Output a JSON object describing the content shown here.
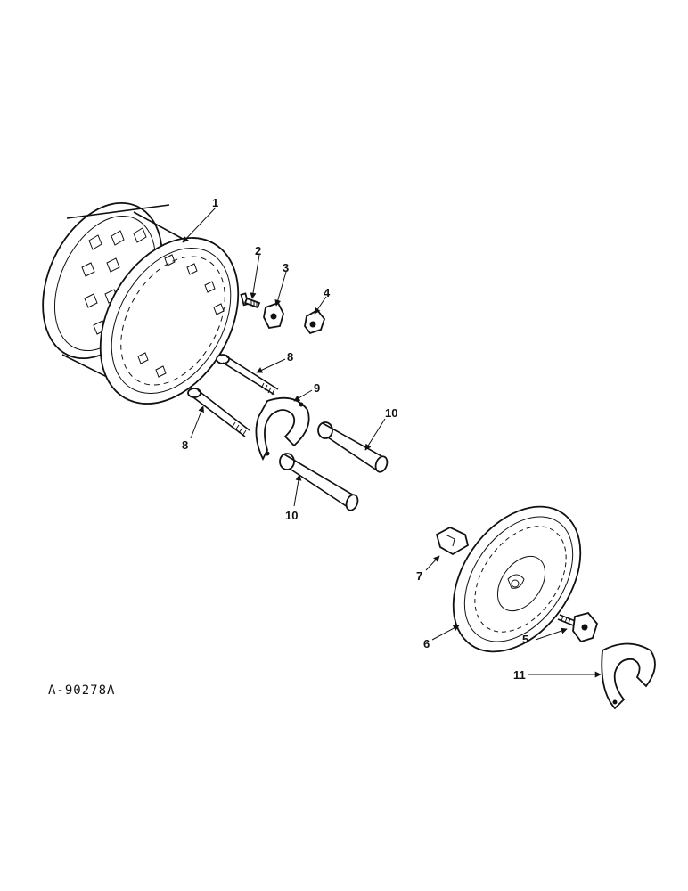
{
  "drawing": {
    "reference_code": "A-90278A",
    "callouts": [
      "1",
      "2",
      "3",
      "4",
      "5",
      "6",
      "7",
      "8",
      "8",
      "9",
      "10",
      "10",
      "11"
    ]
  },
  "colors": {
    "ink": "#111111",
    "paper": "#ffffff"
  }
}
